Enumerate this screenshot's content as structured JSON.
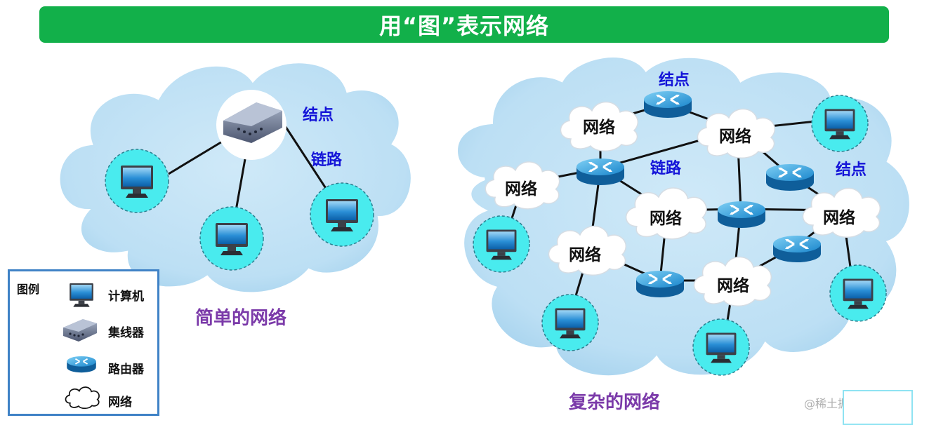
{
  "header": {
    "title": "用“图”表示网络"
  },
  "simple": {
    "caption": "简单的网络",
    "node_label": "结点",
    "link_label": "链路"
  },
  "complex": {
    "caption": "复杂的网络",
    "node_label_top": "结点",
    "node_label_right": "结点",
    "link_label": "链路",
    "net_label": "网络"
  },
  "legend": {
    "title": "图例",
    "items": [
      {
        "icon": "computer-icon",
        "label": "计算机"
      },
      {
        "icon": "hub-icon",
        "label": "集线器"
      },
      {
        "icon": "router-icon",
        "label": "路由器"
      },
      {
        "icon": "cloud-icon",
        "label": "网络"
      }
    ]
  },
  "watermark": {
    "text": "@稀土掘金技术社区"
  },
  "colors": {
    "banner": "#12b04a",
    "cloud": "#c7e4f6",
    "node_circle": "#49ebee",
    "label_blue": "#1414d8",
    "caption_purple": "#7b3aa9",
    "router": "#1f8fd0"
  }
}
